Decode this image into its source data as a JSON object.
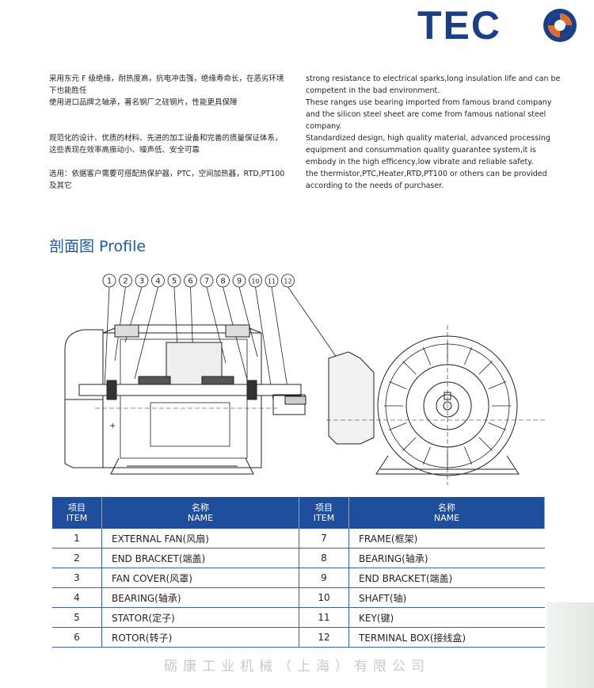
{
  "brand": {
    "logo_text": "TEC",
    "logo_color": "#1a3f8a",
    "accent_color": "#e36b2a"
  },
  "cn_text": [
    "采用东元 F 级绝缘，耐热度高，抗电冲击强，绝缘寿命长，在恶劣环境",
    "下也能胜任",
    "使用进口品牌之轴承，著名钢厂之硅钢片，性能更具保障",
    "规范化的设计、优质的材料、先进的加工设备和完善的质量保证体系，",
    "这些表现在效率高振动小、噪声低、安全可靠",
    "选用：依据客户需要可搭配热保护器，PTC，空间加热器，RTD,PT100",
    "及其它"
  ],
  "en_text": [
    "strong resistance to electrical sparks,long insulation life and can be",
    "competent in the bad environment.",
    "These ranges use bearing imported from famous brand company",
    "and the silicon steel sheet are come from famous national steel",
    "company.",
    "Standardized design, high quality material, advanced processing",
    "equipment and consummation quality guarantee system,it is",
    "embody in the high efficency,low vibrate and reliable safety.",
    "the thermistor,PTC,Heater,RTD,PT100 or others can be provided",
    "according to the needs of purchaser."
  ],
  "section_title": "剖面图 Profile",
  "callout_numbers": [
    "1",
    "2",
    "3",
    "4",
    "5",
    "6",
    "7",
    "8",
    "9",
    "10",
    "11",
    "12"
  ],
  "table": {
    "header_item_cn": "项目",
    "header_item_en": "ITEM",
    "header_name_cn": "名称",
    "header_name_en": "NAME",
    "rows": [
      {
        "left_item": "1",
        "left_name": "EXTERNAL FAN(风扇)",
        "right_item": "7",
        "right_name": "FRAME(框架)"
      },
      {
        "left_item": "2",
        "left_name": "END BRACKET(端盖)",
        "right_item": "8",
        "right_name": "BEARING(轴承)"
      },
      {
        "left_item": "3",
        "left_name": "FAN COVER(风罩)",
        "right_item": "9",
        "right_name": "END BRACKET(端盖)"
      },
      {
        "left_item": "4",
        "left_name": "BEARING(轴承)",
        "right_item": "10",
        "right_name": "SHAFT(轴)"
      },
      {
        "left_item": "5",
        "left_name": "STATOR(定子)",
        "right_item": "11",
        "right_name": "KEY(键)"
      },
      {
        "left_item": "6",
        "left_name": "ROTOR(转子)",
        "right_item": "12",
        "right_name": "TERMINAL BOX(接线盒)"
      }
    ]
  },
  "footer": "砺康工业机械（上海）有限公司"
}
